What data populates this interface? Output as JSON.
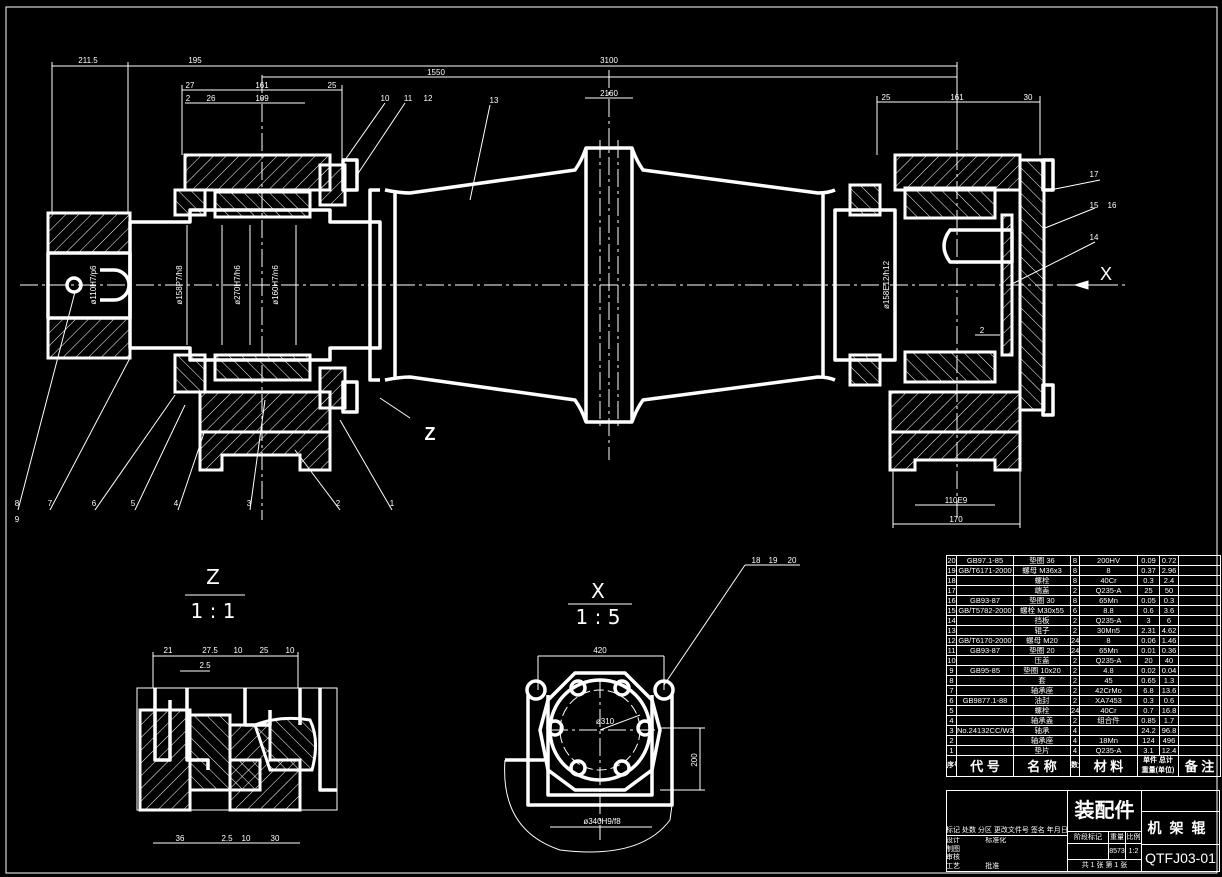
{
  "drawing": {
    "dimensions_top": {
      "d211_5": "211.5",
      "d195": "195",
      "d1550": "1550",
      "d3100": "3100",
      "d2160": "2160",
      "l27": "27",
      "l161": "161",
      "l25": "25",
      "l2": "2",
      "l26": "26",
      "l109": "109",
      "r25": "25",
      "r161": "161",
      "r30": "30",
      "r110": "110E9",
      "r170": "170"
    },
    "diameters": {
      "d110": "ø110H7/p6",
      "d158": "ø158P7/h8",
      "d270": "ø270H7/h6",
      "d160": "ø160H7/n6",
      "d158r": "ø158E12/h12"
    },
    "balloons": {
      "b1": "1",
      "b2": "2",
      "b3": "3",
      "b4": "4",
      "b5": "5",
      "b6": "6",
      "b7": "7",
      "b8": "8",
      "b9": "9",
      "b10": "10",
      "b11": "11",
      "b12": "12",
      "b13": "13",
      "b14": "14",
      "b15": "15",
      "b16": "16",
      "b17": "17",
      "b18": "18",
      "b19": "19",
      "b20": "20",
      "b2r": "2"
    },
    "view_markers": {
      "z": "Z",
      "x": "X"
    }
  },
  "view_z": {
    "title": "Z",
    "scale": "1 : 1",
    "dims_top": [
      "21",
      "27.5",
      "10",
      "25",
      "10"
    ],
    "dim_2_5": "2.5",
    "dims_bottom": [
      "36",
      "2.5",
      "10",
      "30"
    ]
  },
  "view_x": {
    "title": "X",
    "scale": "1 : 5",
    "d420": "420",
    "d310": "ø310",
    "d200": "200",
    "d340": "ø340H9/f8"
  },
  "parts_list": {
    "header": {
      "no": "序号",
      "code": "代 号",
      "name": "名 称",
      "qty": "数量",
      "material": "材 料",
      "unit": "单件",
      "total": "总计",
      "weight": "重量(单位)",
      "remark": "备 注"
    },
    "rows": [
      [
        "20",
        "GB97.1-85",
        "垫圈 36",
        "8",
        "200HV",
        "0.09",
        "0.72"
      ],
      [
        "19",
        "GB/T6171-2000",
        "螺母 M36x3",
        "8",
        "8",
        "0.37",
        "2.96"
      ],
      [
        "18",
        "",
        "螺栓",
        "8",
        "40Cr",
        "0.3",
        "2.4"
      ],
      [
        "17",
        "",
        "端盖",
        "2",
        "Q235-A",
        "25",
        "50"
      ],
      [
        "16",
        "GB93-87",
        "垫圈 30",
        "8",
        "65Mn",
        "0.05",
        "0.3"
      ],
      [
        "15",
        "GB/T5782-2000",
        "螺栓 M30x55",
        "6",
        "8.8",
        "0.6",
        "3.6"
      ],
      [
        "14",
        "",
        "挡板",
        "2",
        "Q235-A",
        "3",
        "6"
      ],
      [
        "13",
        "",
        "辊子",
        "2",
        "30Mn5",
        "2.31",
        "4.62"
      ],
      [
        "12",
        "GB/T6170-2000",
        "螺母 M20",
        "24",
        "8",
        "0.06",
        "1.46"
      ],
      [
        "11",
        "GB93-87",
        "垫圈 20",
        "24",
        "65Mn",
        "0.01",
        "0.36"
      ],
      [
        "10",
        "",
        "压盖",
        "2",
        "Q235-A",
        "20",
        "40"
      ],
      [
        "9",
        "GB95-85",
        "垫圈 10x20",
        "2",
        "4.8",
        "0.02",
        "0.04"
      ],
      [
        "8",
        "",
        "套",
        "2",
        "45",
        "0.65",
        "1.3"
      ],
      [
        "7",
        "",
        "轴承座",
        "2",
        "42CrMo",
        "6.8",
        "13.6"
      ],
      [
        "6",
        "GB9877.1-88",
        "油封",
        "2",
        "XA7453",
        "0.3",
        "0.6"
      ],
      [
        "5",
        "",
        "螺栓",
        "24",
        "40Cr",
        "0.7",
        "16.8"
      ],
      [
        "4",
        "",
        "轴承盖",
        "2",
        "组合件",
        "0.85",
        "1.7"
      ],
      [
        "3",
        "No.24132CC/W33",
        "轴承",
        "4",
        "",
        "24.2",
        "96.8"
      ],
      [
        "2",
        "",
        "轴承座",
        "4",
        "18Mn",
        "124",
        "496"
      ],
      [
        "1",
        "",
        "垫片",
        "4",
        "Q235-A",
        "3.1",
        "12.4"
      ]
    ]
  },
  "title_block": {
    "assembly": "装配件",
    "part_name": "机架辊",
    "drawing_no": "QTFJ03-01",
    "labels": {
      "mark": "标记",
      "count": "处数",
      "zone": "分区",
      "change_doc": "更改文件号",
      "sign": "签名",
      "date": "年月日",
      "design": "设计",
      "standard": "标准化",
      "draft": "制图",
      "check": "审核",
      "process": "工艺",
      "approve": "批准",
      "stage": "阶段标记",
      "weight": "重量",
      "scale": "比例"
    },
    "weight": "8573",
    "scale": "1:2",
    "sheets": "共 1 张  第 1 张"
  }
}
